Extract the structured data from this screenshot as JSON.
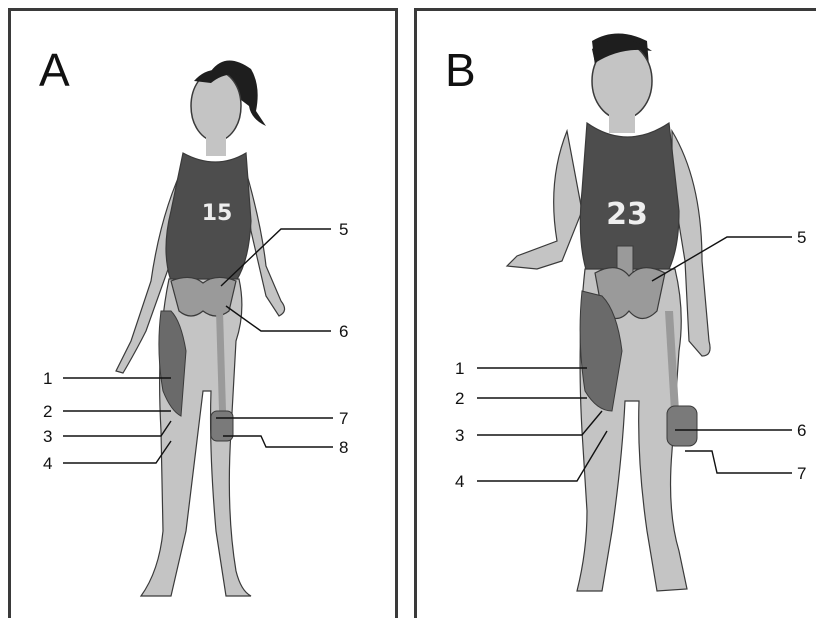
{
  "panels": [
    {
      "letter": "A",
      "bib_number": "15",
      "labels": [
        "1",
        "2",
        "3",
        "4",
        "5",
        "6",
        "7",
        "8"
      ]
    },
    {
      "letter": "B",
      "bib_number": "23",
      "labels": [
        "1",
        "2",
        "3",
        "4",
        "5",
        "6",
        "7"
      ]
    }
  ],
  "colors": {
    "skin": "#c4c4c4",
    "tank_top": "#4d4d4d",
    "muscle": "#6a6a6a",
    "bone": "#9a9a9a",
    "outline": "#3a3a3a",
    "hair": "#1e1e1e"
  }
}
